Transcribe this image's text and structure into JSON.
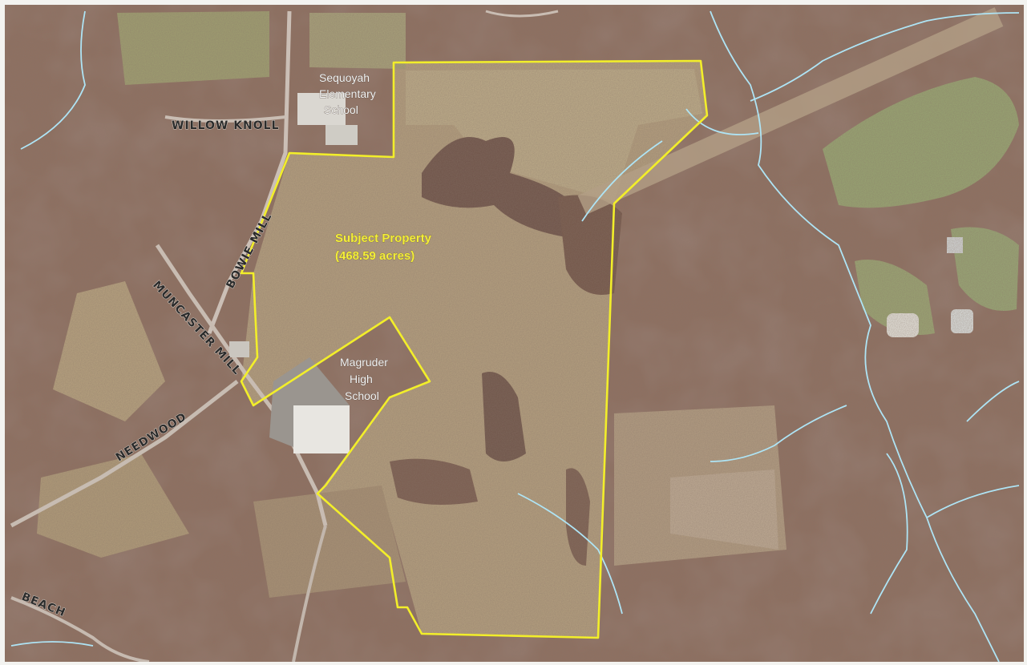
{
  "map": {
    "labels": {
      "subject_property": "Subject Property",
      "subject_acres": "(468.59 acres)",
      "sequoyah_line1": "Sequoyah",
      "sequoyah_line2": "Elementary",
      "sequoyah_line3": "School",
      "magruder_line1": "Magruder",
      "magruder_line2": "High",
      "magruder_line3": "School"
    },
    "roads": {
      "willow_knoll": "WILLOW KNOLL",
      "bowie_mill": "BOWIE MILL",
      "muncaster_mill": "MUNCASTER MILL",
      "needwood": "NEEDWOOD",
      "beach": "BEACH"
    },
    "colors": {
      "boundary": "#f2ee2a",
      "stream": "#aee4f5",
      "field": "#b7a07e",
      "forest": "#8a6a5a",
      "golf_green": "#9fb27a"
    }
  }
}
